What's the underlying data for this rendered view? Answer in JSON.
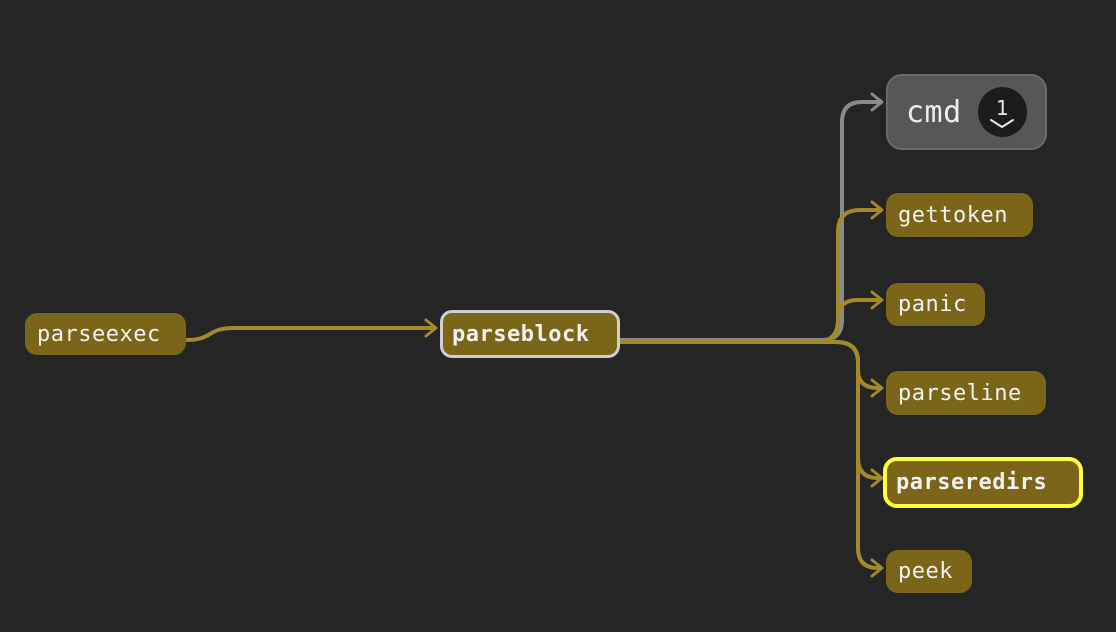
{
  "colors": {
    "background": "#252525",
    "node_fill": "#7a6518",
    "edge": "#a08a2a",
    "edge_muted": "#8a8a8a",
    "highlight_border": "#ffff3a",
    "current_border": "#cfcfcf",
    "group_fill": "#575757"
  },
  "nodes": {
    "parseexec": {
      "label": "parseexec"
    },
    "parseblock": {
      "label": "parseblock"
    },
    "cmd": {
      "label": "cmd",
      "count": "1",
      "icon": "chevron-down-icon"
    },
    "gettoken": {
      "label": "gettoken"
    },
    "panic": {
      "label": "panic"
    },
    "parseline": {
      "label": "parseline"
    },
    "parseredirs": {
      "label": "parseredirs"
    },
    "peek": {
      "label": "peek"
    }
  }
}
